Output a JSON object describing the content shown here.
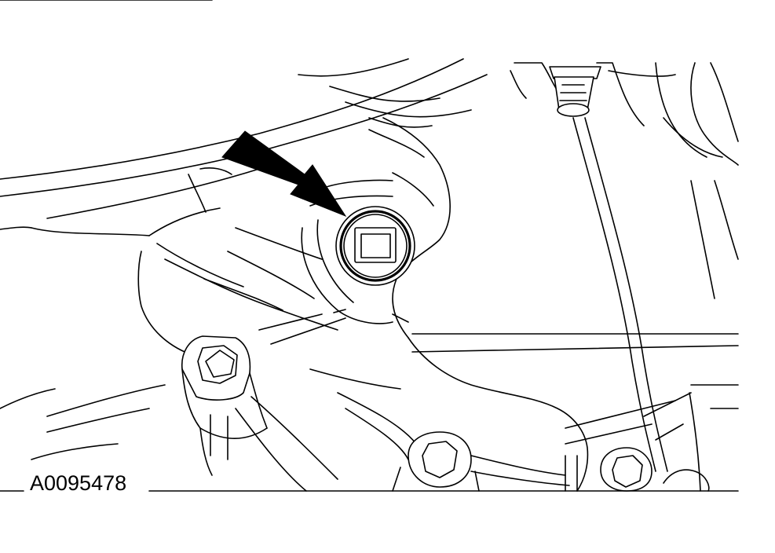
{
  "figure": {
    "id_label": "A0095478"
  },
  "colors": {
    "line": "#000000",
    "background": "#ffffff"
  },
  "callouts": [
    {
      "name": "pointer-arrow",
      "target": "drain-plug"
    }
  ]
}
